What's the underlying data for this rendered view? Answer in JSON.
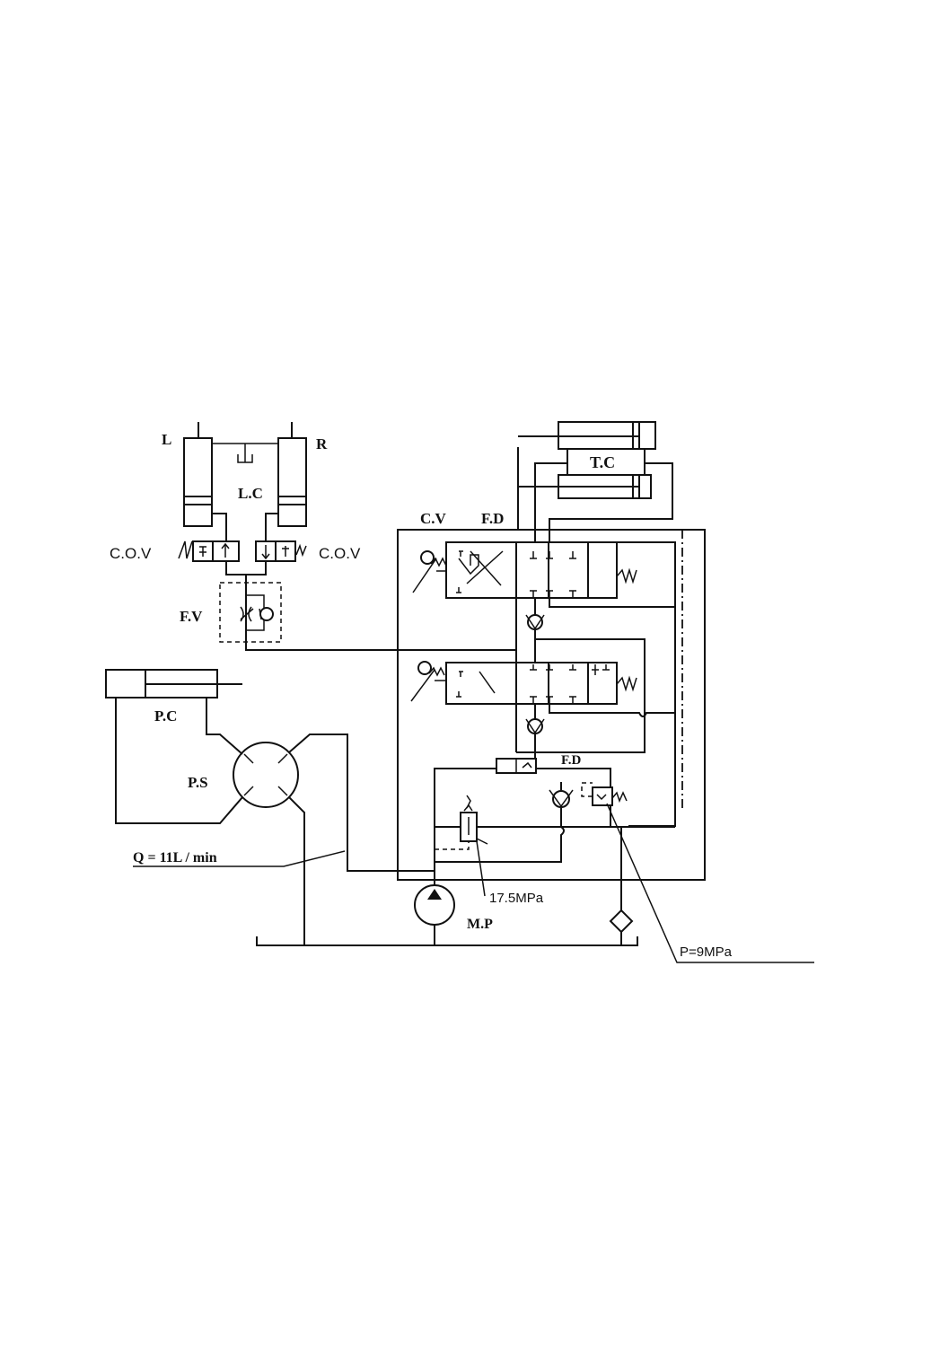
{
  "labels": {
    "left_cylinder": "L",
    "right_cylinder": "R",
    "lift_cylinder": "L.C",
    "cut_off_valve_left": "C.O.V",
    "cut_off_valve_right": "C.O.V",
    "flow_valve": "F.V",
    "control_valve": "C.V",
    "flow_divider_top": "F.D",
    "flow_divider_bottom": "F.D",
    "tilt_cylinder": "T.C",
    "power_cylinder": "P.C",
    "power_steering": "P.S",
    "flow_rate": "Q = 11L /  min",
    "main_pump": "M.P",
    "main_relief_pressure": "17.5MPa",
    "secondary_relief_pressure": "P=9MPa"
  }
}
